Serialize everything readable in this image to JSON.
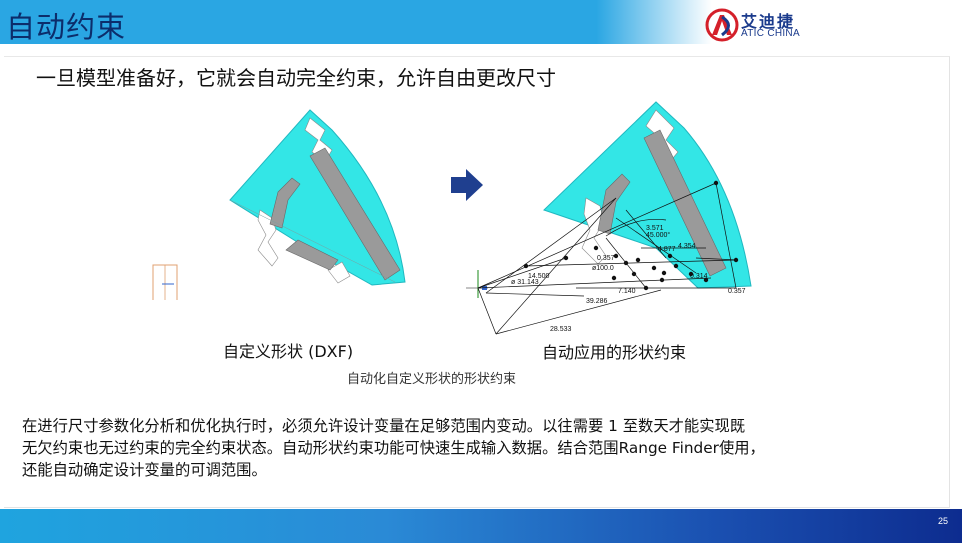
{
  "header": {
    "title": "自动约束",
    "logo_cn": "艾迪捷",
    "logo_en": "ATIC CHINA"
  },
  "subtitle": "一旦模型准备好，它就会自动完全约束，允许自由更改尺寸",
  "figure": {
    "left_caption": "自定义形状 (DXF)",
    "right_caption": "自动应用的形状约束",
    "center_caption": "自动化自定义形状的形状约束",
    "dimensions": [
      "3.571",
      "45.000°",
      "4.877",
      "4.354",
      "0.357",
      "ø100.0",
      "14.500",
      "ø 31.143",
      "0.314",
      "7.140",
      "0.357",
      "39.286",
      "28.533"
    ]
  },
  "body": {
    "lines": [
      "在进行尺寸参数化分析和优化执行时，必须允许设计变量在足够范围内变动。以往需要 1 至数天才能实现既",
      "无欠约束也无过约束的完全约束状态。自动形状约束功能可快速生成输入数据。结合范围Range Finder使用，",
      "还能自动确定设计变量的可调范围。"
    ]
  },
  "page_number": "25",
  "colors": {
    "header_blue": "#2aa6e3",
    "title_navy": "#0c2d6b",
    "shape_cyan": "#33e6e6",
    "arrow_navy": "#1f3f8f"
  }
}
